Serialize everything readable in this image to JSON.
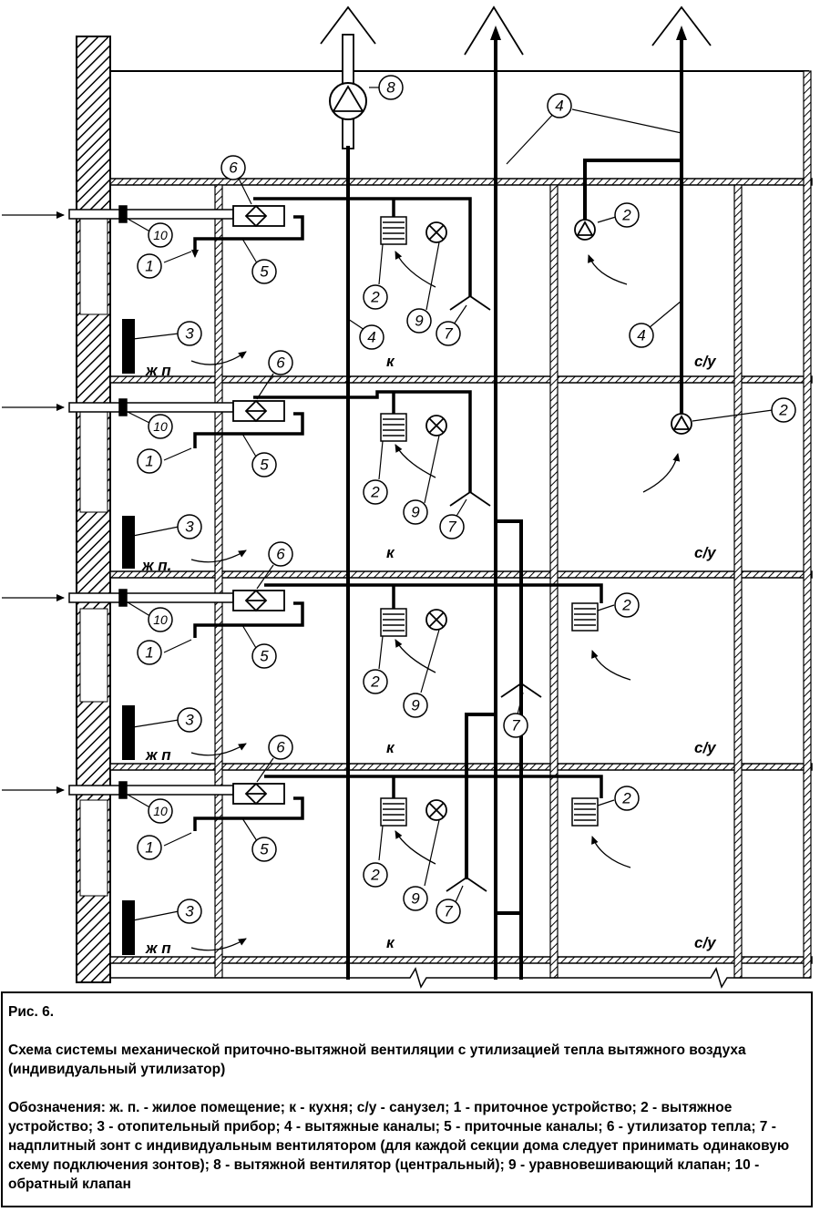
{
  "floors": [
    {
      "room_zh": "ж п",
      "room_k": "к",
      "room_su": "с/у"
    },
    {
      "room_zh": "ж п.",
      "room_k": "к",
      "room_su": "с/у"
    },
    {
      "room_zh": "ж п",
      "room_k": "к",
      "room_su": "с/у"
    },
    {
      "room_zh": "ж п",
      "room_k": "к",
      "room_su": "с/у"
    }
  ],
  "numbers": {
    "n1": "1",
    "n2": "2",
    "n3": "3",
    "n4": "4",
    "n5": "5",
    "n6": "6",
    "n7": "7",
    "n8": "8",
    "n9": "9",
    "n10": "10"
  },
  "caption": {
    "figure": "Рис. 6.",
    "title": "Схема системы механической приточно-вытяжной вентиляции с утилизацией тепла вытяжного воздуха (индивидуальный утилизатор)",
    "legend": "Обозначения: ж. п. - жилое помещение; к - кухня; с/у - санузел; 1 - приточное устройство; 2 - вытяжное устройство; 3 - отопительный прибор; 4 - вытяжные каналы; 5 - приточные каналы; 6 - утилизатор тепла; 7 - надплитный зонт с индивидуальным вентилятором (для каждой секции дома следует принимать одинаковую схему подключения зонтов); 8 - вытяжной вентилятор (центральный); 9 - уравновешивающий клапан; 10 - обратный клапан"
  }
}
